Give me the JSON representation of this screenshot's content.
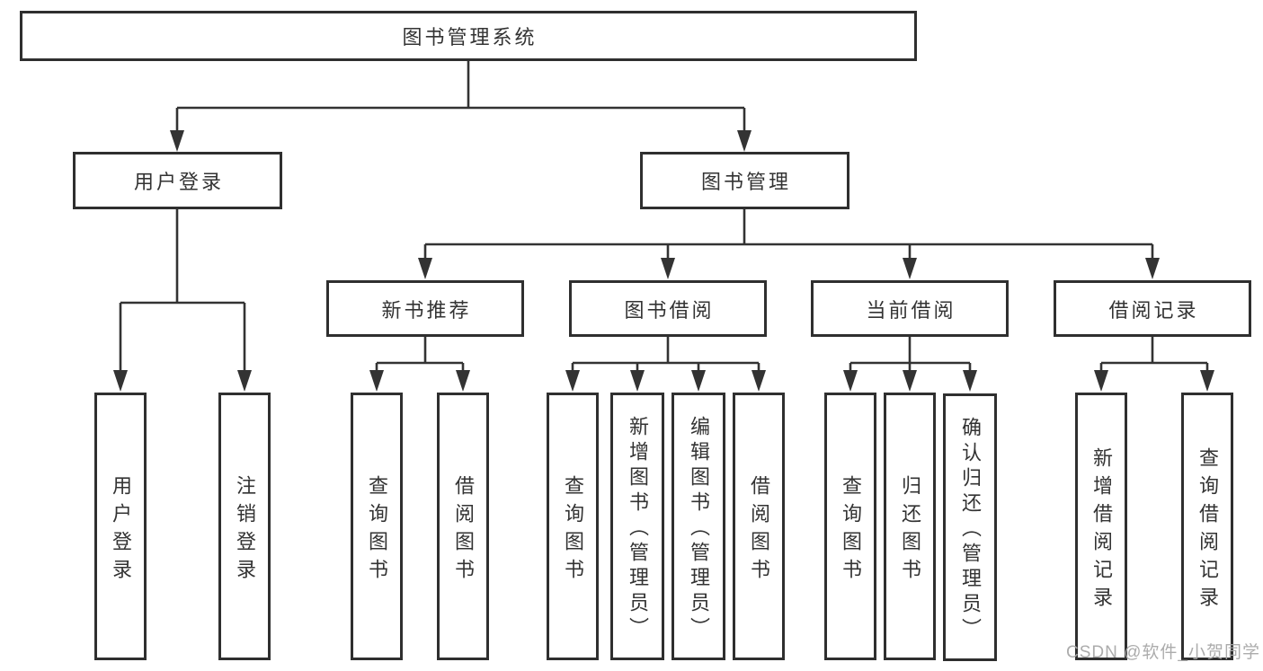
{
  "diagram": {
    "root": {
      "label": "图书管理系统"
    },
    "level2": [
      {
        "label": "用户登录"
      },
      {
        "label": "图书管理"
      }
    ],
    "level3": [
      {
        "label": "新书推荐"
      },
      {
        "label": "图书借阅"
      },
      {
        "label": "当前借阅"
      },
      {
        "label": "借阅记录"
      }
    ],
    "leaves": [
      {
        "label": "用户登录"
      },
      {
        "label": "注销登录"
      },
      {
        "label": "查询图书"
      },
      {
        "label": "借阅图书"
      },
      {
        "label": "查询图书"
      },
      {
        "label": "新增图书（管理员）"
      },
      {
        "label": "编辑图书（管理员）"
      },
      {
        "label": "借阅图书"
      },
      {
        "label": "查询图书"
      },
      {
        "label": "归还图书"
      },
      {
        "label": "确认归还（管理员）"
      },
      {
        "label": "新增借阅记录"
      },
      {
        "label": "查询借阅记录"
      }
    ]
  },
  "watermark": {
    "text": "CSDN @软件_小贺同学"
  },
  "colors": {
    "line": "#333333",
    "border": "#2f2f2f",
    "text": "#333333",
    "watermark": "#a8a8a8",
    "background": "#ffffff"
  }
}
